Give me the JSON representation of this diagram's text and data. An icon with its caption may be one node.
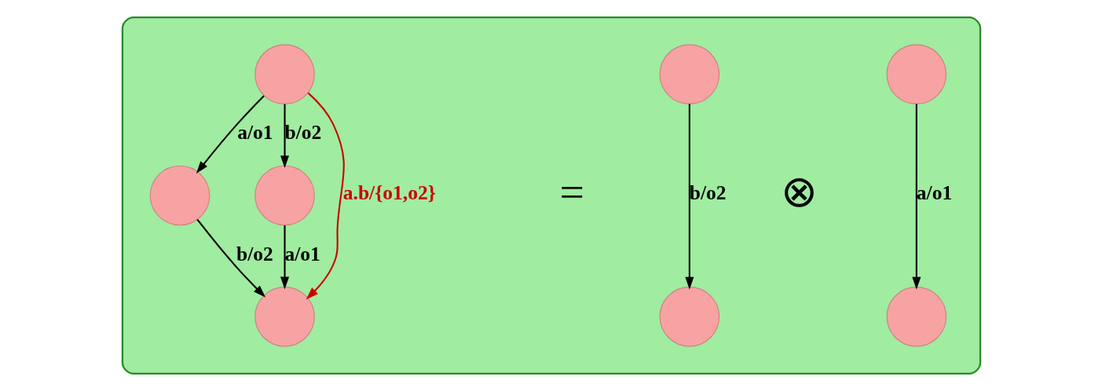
{
  "diagram": {
    "nodes": [
      {
        "text": [],
        "shape": "box"
      },
      {
        "text": [],
        "shape": "circle",
        "in": 0
      },
      {
        "text": [],
        "shape": "circle",
        "in": 0
      },
      {
        "text": [],
        "shape": "circle",
        "in": 0
      },
      {
        "text": [],
        "shape": "circle",
        "in": 0
      },
      {
        "text": [],
        "shape": "circle",
        "in": 0
      },
      {
        "text": [],
        "shape": "circle",
        "in": 0
      },
      {
        "text": [],
        "shape": "circle",
        "in": 0
      },
      {
        "text": [],
        "shape": "circle",
        "in": 0
      }
    ],
    "edges": [
      {
        "from": 1,
        "to": 2,
        "arrow": "to",
        "label": "a/o1"
      },
      {
        "from": 3,
        "to": 4,
        "arrow": "to",
        "label": "b/o2"
      },
      {
        "from": 5,
        "to": 6,
        "arrow": "to",
        "label": "a/o1"
      },
      {
        "from": 5,
        "to": 7,
        "arrow": "to",
        "label": "b/o2"
      },
      {
        "from": 6,
        "to": 8,
        "arrow": "to",
        "label": "b/o2"
      },
      {
        "from": 7,
        "to": 8,
        "arrow": "to",
        "label": "a/o1"
      },
      {
        "from": 5,
        "to": 8,
        "arrow": "to",
        "label": "a.b/{o1,o2}",
        "color": "#cc0000"
      }
    ],
    "labels": [
      "⊗",
      "="
    ]
  }
}
